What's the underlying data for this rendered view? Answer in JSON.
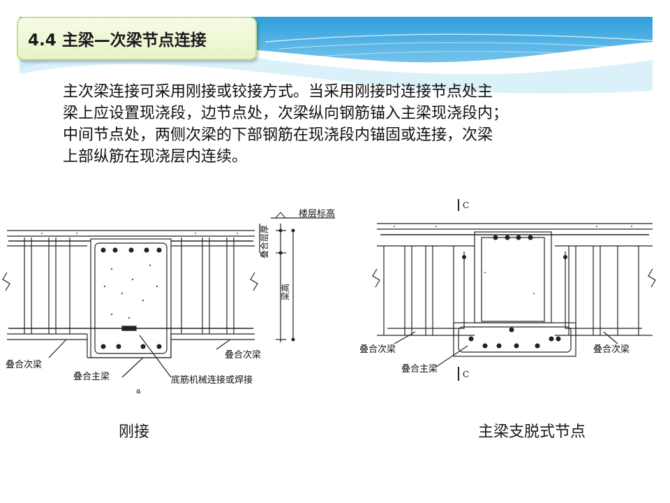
{
  "slide": {
    "title": "4.4  主梁—次梁节点连接",
    "paragraph_lines": [
      "主次梁连接可采用刚接或铰接方式。当采用刚接时连接节点处主",
      "梁上应设置现浇段，边节点处，次梁纵向钢筋锚入主梁现浇段内；",
      "中间节点处，两侧次梁的下部钢筋在现浇段内锚固或连接，次梁",
      "上部纵筋在现浇层内连续。"
    ]
  },
  "diagram_left": {
    "labels": {
      "floor_elevation": "楼层标高",
      "topping_thickness": "叠合层厚",
      "beam_height": "梁高",
      "secondary_beam_left": "叠合次梁",
      "secondary_beam_right": "叠合次梁",
      "main_beam": "叠合主梁",
      "bottom_bar_connection": "底筋机械连接或焊接",
      "sub_figure": "a"
    },
    "caption": "刚接"
  },
  "diagram_right": {
    "labels": {
      "section_mark_top": "C",
      "section_mark_bottom": "C",
      "secondary_beam_left": "叠合次梁",
      "secondary_beam_right": "叠合次梁",
      "main_beam": "叠合主梁"
    },
    "caption": "主梁支脱式节点"
  },
  "colors": {
    "header_blue": "#3aa7e0",
    "header_light": "#bfe6f7",
    "title_box_fill": "#eaf5cc",
    "title_box_border": "#c9de8e"
  }
}
